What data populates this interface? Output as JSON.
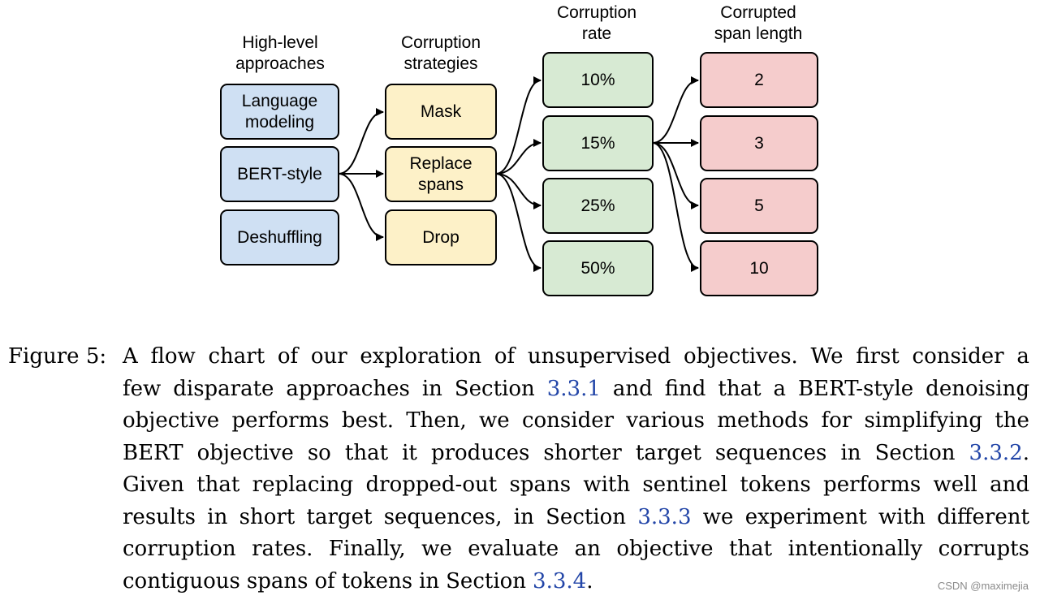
{
  "diagram": {
    "headers": {
      "approaches": "High-level\napproaches",
      "strategies": "Corruption\nstrategies",
      "rate": "Corruption\nrate",
      "span": "Corrupted\nspan length"
    },
    "approaches": [
      "Language\nmodeling",
      "BERT-style",
      "Deshuffling"
    ],
    "strategies": [
      "Mask",
      "Replace\nspans",
      "Drop"
    ],
    "rates": [
      "10%",
      "15%",
      "25%",
      "50%"
    ],
    "spans": [
      "2",
      "3",
      "5",
      "10"
    ],
    "colors": {
      "approaches": "#cfe0f3",
      "strategies": "#fdf1c8",
      "rates": "#d7ead3",
      "spans": "#f5cccc",
      "link": "#2346a8"
    }
  },
  "caption": {
    "label": "Figure 5:",
    "lines": [
      [
        "A flow chart of our exploration of unsupervised objectives. We first consider a"
      ],
      [
        "few disparate approaches in Section ",
        {
          "ref": "3.3.1"
        },
        " and find that a BERT-style denoising"
      ],
      [
        "objective performs best. Then, we consider various methods for simplifying the"
      ],
      [
        "BERT objective so that it produces shorter target sequences in Section ",
        {
          "ref": "3.3.2"
        },
        "."
      ],
      [
        "Given that replacing dropped-out spans with sentinel tokens performs well and"
      ],
      [
        "results in short target sequences, in Section ",
        {
          "ref": "3.3.3"
        },
        " we experiment with different"
      ],
      [
        "corruption rates. Finally, we evaluate an objective that intentionally corrupts"
      ],
      [
        "contiguous spans of tokens in Section ",
        {
          "ref": "3.3.4"
        },
        "."
      ]
    ]
  },
  "watermark": "CSDN @maximejia"
}
